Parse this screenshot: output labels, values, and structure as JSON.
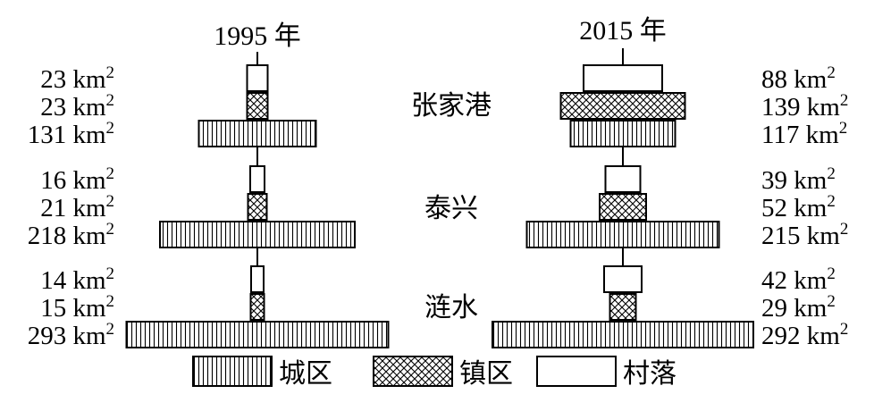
{
  "chart_data": {
    "type": "bar",
    "chart_kind": "mirrored horizontal bar (population-pyramid style)",
    "periods": [
      "1995 年",
      "2015 年"
    ],
    "unit": "km",
    "unit_superscript": "2",
    "categories": [
      "张家港",
      "泰兴",
      "涟水"
    ],
    "series": [
      {
        "name": "村落",
        "pattern": "plain",
        "values_1995": [
          23,
          16,
          14
        ],
        "values_2015": [
          88,
          39,
          42
        ]
      },
      {
        "name": "镇区",
        "pattern": "crosshatch",
        "values_1995": [
          23,
          21,
          15
        ],
        "values_2015": [
          139,
          52,
          29
        ]
      },
      {
        "name": "城区",
        "pattern": "vertical-stripes",
        "values_1995": [
          131,
          218,
          293
        ],
        "values_2015": [
          117,
          215,
          292
        ]
      }
    ],
    "legend_order": [
      "城区",
      "镇区",
      "村落"
    ],
    "legend": "bottom",
    "grid": false
  }
}
